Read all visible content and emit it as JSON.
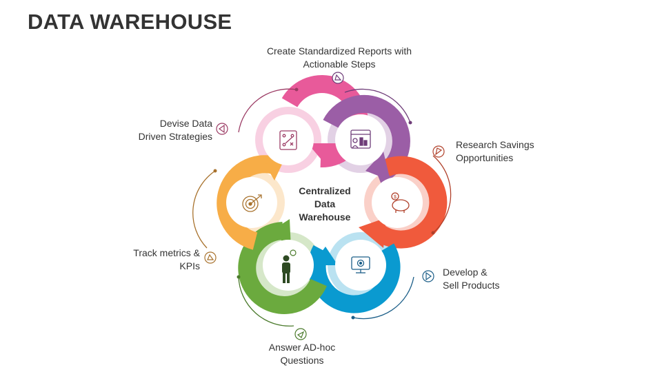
{
  "title": "DATA WAREHOUSE",
  "center": [
    "Centralized",
    "Data",
    "Warehouse"
  ],
  "colors": {
    "pink": "#E85A9A",
    "purple": "#9B5EA6",
    "red_orange": "#F05A3C",
    "blue": "#0A9AD0",
    "green": "#6BAA3E",
    "orange": "#F7AD47"
  },
  "items": [
    {
      "lines": [
        "Create Standardized Reports with",
        "Actionable Steps"
      ],
      "icon": "dashboard-icon",
      "color": "#9B5EA6"
    },
    {
      "lines": [
        "Research Savings",
        "Opportunities"
      ],
      "icon": "piggy-bank-icon",
      "color": "#F05A3C"
    },
    {
      "lines": [
        "Develop &",
        "Sell Products"
      ],
      "icon": "monitor-gear-icon",
      "color": "#0A9AD0"
    },
    {
      "lines": [
        "Answer AD-hoc",
        "Questions"
      ],
      "icon": "thinking-person-icon",
      "color": "#6BAA3E"
    },
    {
      "lines": [
        "Track metrics &",
        "KPIs"
      ],
      "icon": "target-icon",
      "color": "#F7AD47"
    },
    {
      "lines": [
        "Devise Data",
        "Driven Strategies"
      ],
      "icon": "strategy-board-icon",
      "color": "#E85A9A"
    }
  ]
}
